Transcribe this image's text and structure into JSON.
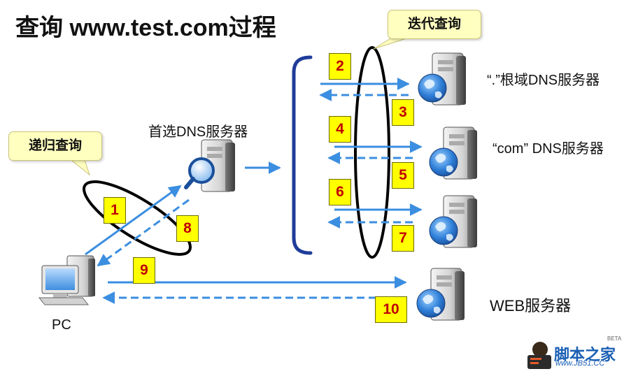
{
  "title": "查询 www.test.com过程",
  "labels": {
    "preferred_dns": "首选DNS服务器",
    "root_dns": "“.”根域DNS服务器",
    "com_dns": "“com” DNS服务器",
    "web_server": "WEB服务器",
    "pc": "PC"
  },
  "callouts": {
    "iterative": "迭代查询",
    "recursive": "递归查询"
  },
  "steps": [
    "1",
    "2",
    "3",
    "4",
    "5",
    "6",
    "7",
    "8",
    "9",
    "10"
  ],
  "logo": {
    "main": "脚本之家",
    "url": "www.JB51.CC",
    "beta": "BETA"
  },
  "colors": {
    "arrow": "#3b8ee0",
    "bracket": "#1f3c99",
    "step_fill": "#ffff00",
    "step_text": "#c00000",
    "callout_fill": "#ffffc0"
  },
  "icons": [
    "server-globe-icon",
    "server-search-icon",
    "pc-computer-icon"
  ]
}
